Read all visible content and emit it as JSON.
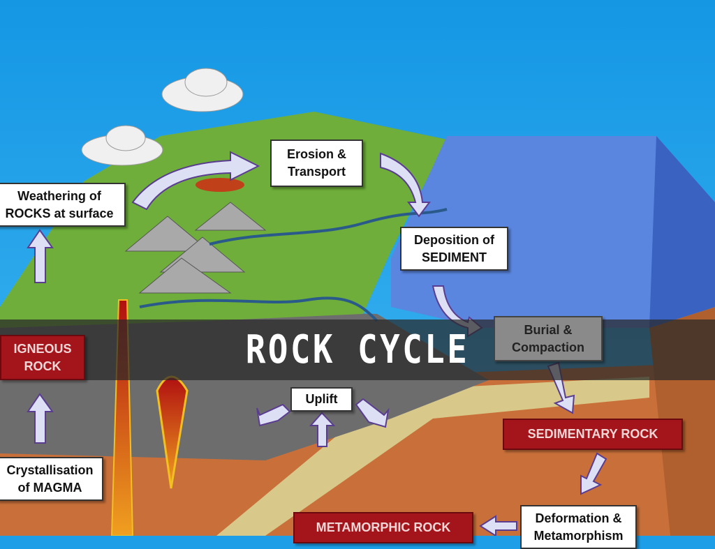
{
  "title": "ROCK CYCLE",
  "labels": {
    "weathering": [
      "Weathering of",
      "ROCKS at surface"
    ],
    "erosion": [
      "Erosion &",
      "Transport"
    ],
    "deposition": [
      "Deposition of",
      "SEDIMENT"
    ],
    "burial": [
      "Burial &",
      "Compaction"
    ],
    "igneous": [
      "IGNEOUS",
      "ROCK"
    ],
    "uplift": "Uplift",
    "sedimentary": "SEDIMENTARY ROCK",
    "crystallisation": [
      "Crystallisation",
      "of MAGMA"
    ],
    "metamorphic": "METAMORPHIC ROCK",
    "deformation": [
      "Deformation &",
      "Metamorphism"
    ]
  },
  "colors": {
    "sky": "#1e9ee6",
    "land": "#6fae3a",
    "ocean": "#5a86e0",
    "rock_red": "#a3141b"
  }
}
